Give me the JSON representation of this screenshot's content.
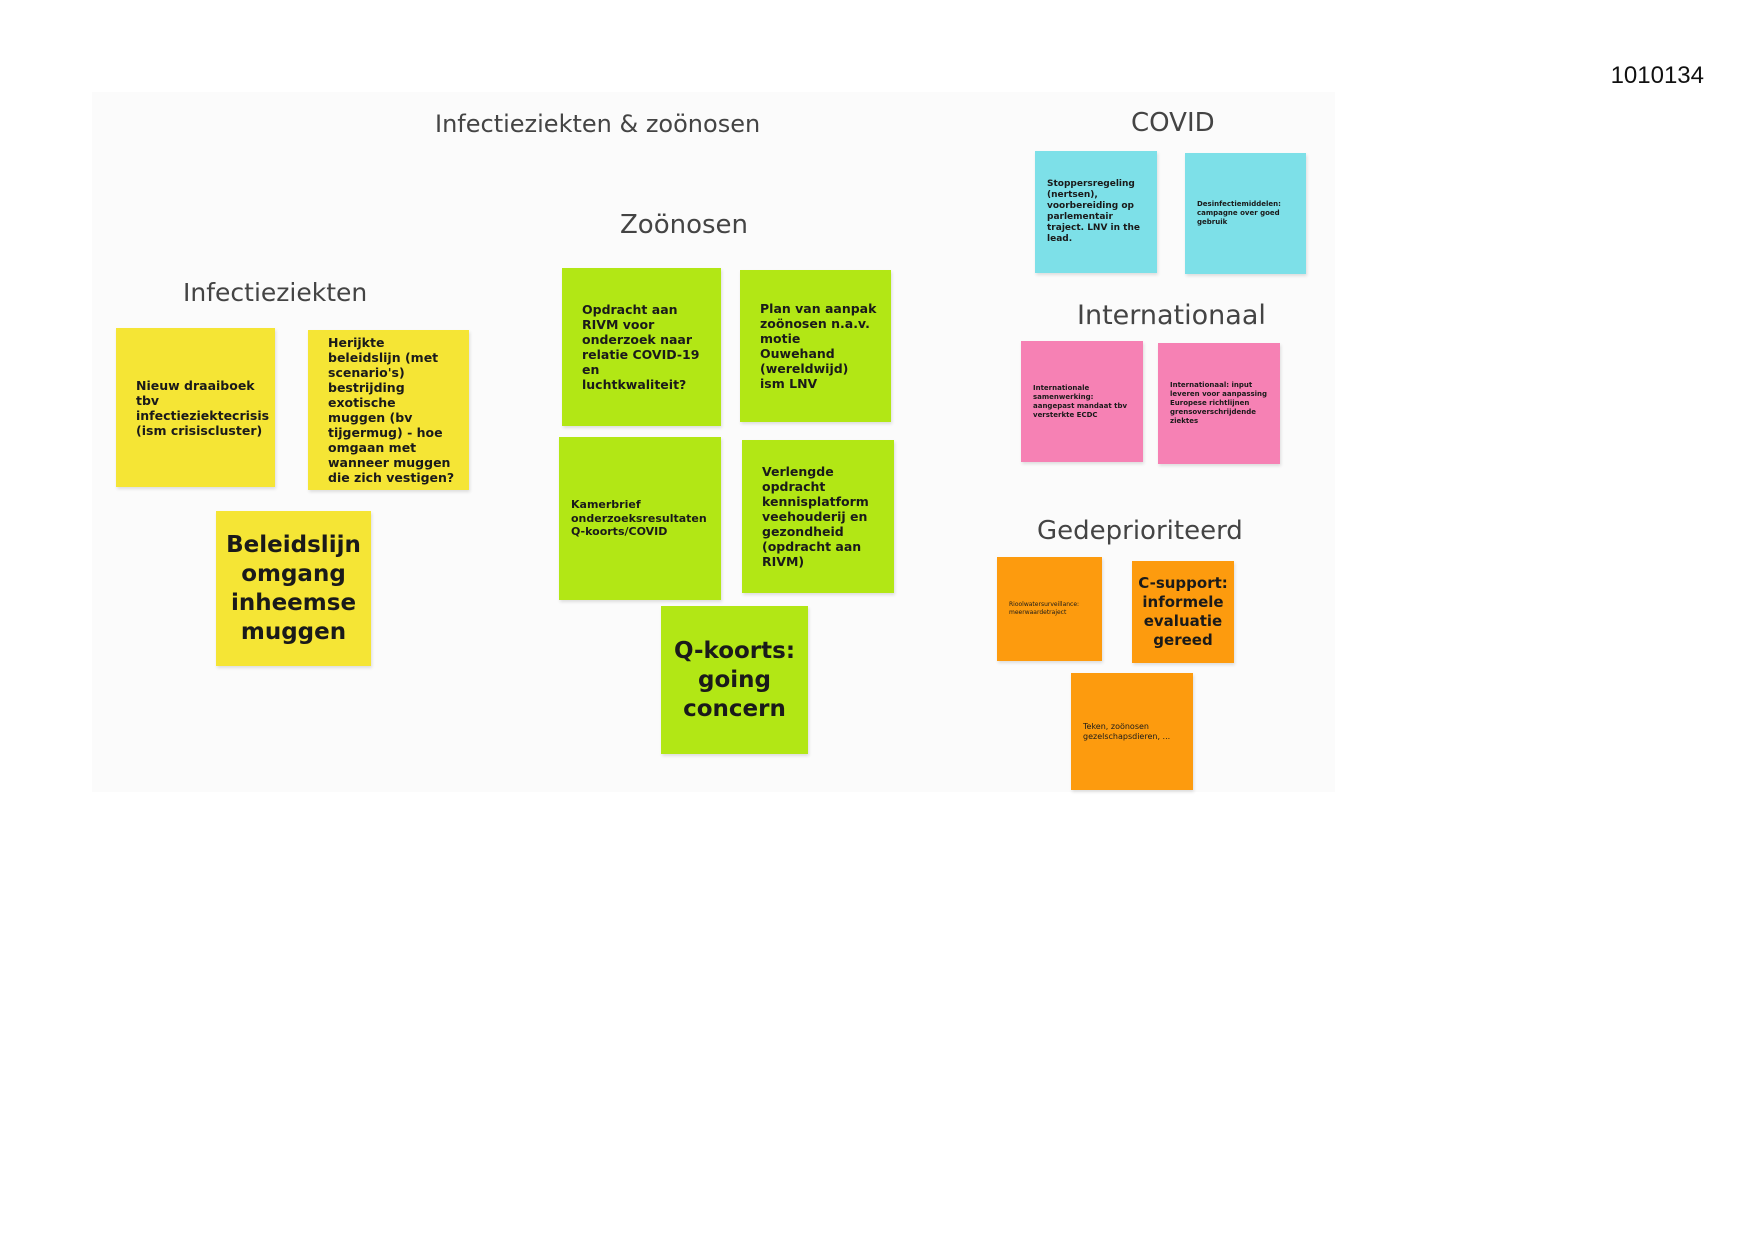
{
  "document_id": "1010134",
  "headings": {
    "main": "Infectieziekten & zoönosen",
    "zoonosen": "Zoönosen",
    "infectieziekten": "Infectieziekten",
    "covid": "COVID",
    "internationaal": "Internationaal",
    "gedeprioriteerd": "Gedeprioriteerd"
  },
  "colors": {
    "yellow": "#f5e535",
    "green": "#b2e715",
    "cyan": "#7de0e8",
    "pink": "#f681b4",
    "orange": "#fd9b0e"
  },
  "notes": {
    "infectieziekten": [
      "Nieuw draaiboek tbv infectieziektecrisis (ism crisiscluster)",
      "Herijkte beleidslijn (met scenario's) bestrijding exotische muggen (bv tijgermug) - hoe omgaan met wanneer muggen die zich vestigen?",
      "Beleidslijn omgang inheemse muggen"
    ],
    "zoonosen": [
      "Opdracht aan RIVM voor onderzoek naar relatie COVID-19 en luchtkwaliteit?",
      "Plan van aanpak zoönosen n.a.v. motie Ouwehand (wereldwijd) ism LNV",
      "Kamerbrief onderzoeksresultaten Q-koorts/COVID",
      "Verlengde opdracht kennisplatform veehouderij en gezondheid (opdracht aan RIVM)",
      "Q-koorts: going concern"
    ],
    "covid": [
      "Stoppersregeling (nertsen), voorbereiding op parlementair traject. LNV in the lead.",
      "Desinfectiemiddelen: campagne over goed gebruik"
    ],
    "internationaal": [
      "Internationale samenwerking: aangepast mandaat tbv versterkte ECDC",
      "Internationaal: input leveren voor aanpassing Europese richtlijnen grensoverschrijdende ziektes"
    ],
    "gedeprioriteerd": [
      "Rioolwatersurveillance: meerwaardetraject",
      "C-support: informele evaluatie gereed",
      "Teken, zoönosen gezelschapsdieren, ..."
    ]
  }
}
